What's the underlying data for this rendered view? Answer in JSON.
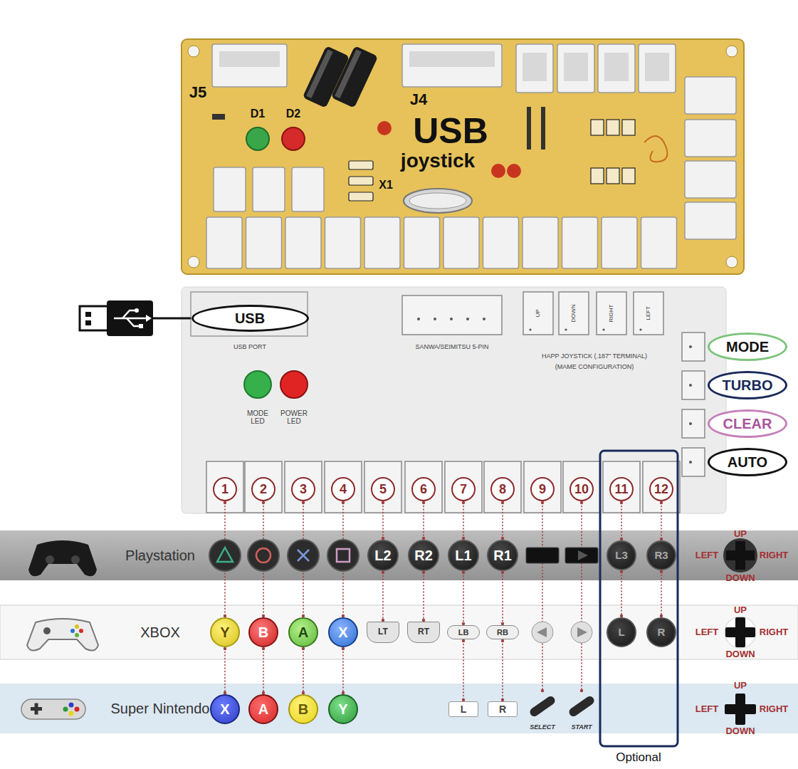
{
  "diagram": {
    "nodes": [
      {
        "text": [
          "USB"
        ]
      },
      {
        "text": [
          "MODE"
        ]
      },
      {
        "text": [
          "TURBO"
        ]
      },
      {
        "text": [
          "CLEAR"
        ]
      },
      {
        "text": [
          "AUTO"
        ]
      },
      {
        "text": [
          "1"
        ]
      },
      {
        "text": [
          "2"
        ]
      },
      {
        "text": [
          "3"
        ]
      },
      {
        "text": [
          "4"
        ]
      },
      {
        "text": [
          "5"
        ]
      },
      {
        "text": [
          "6"
        ]
      },
      {
        "text": [
          "7"
        ]
      },
      {
        "text": [
          "8"
        ]
      },
      {
        "text": [
          "9"
        ]
      },
      {
        "text": [
          "10"
        ]
      },
      {
        "text": [
          "11"
        ]
      },
      {
        "text": [
          "12"
        ]
      },
      {
        "text": [
          "Playstation"
        ]
      },
      {
        "text": [
          "L2"
        ],
        "in": 17
      },
      {
        "text": [
          "R2"
        ],
        "in": 17
      },
      {
        "text": [
          "L1"
        ],
        "in": 17
      },
      {
        "text": [
          "R1"
        ],
        "in": 17
      },
      {
        "text": [
          "L3"
        ],
        "in": 17
      },
      {
        "text": [
          "R3"
        ],
        "in": 17
      },
      {
        "text": [
          "XBOX"
        ]
      },
      {
        "text": [
          "Y"
        ],
        "in": 24
      },
      {
        "text": [
          "B"
        ],
        "in": 24
      },
      {
        "text": [
          "A"
        ],
        "in": 24
      },
      {
        "text": [
          "X"
        ],
        "in": 24
      },
      {
        "text": [
          "LT"
        ],
        "in": 24
      },
      {
        "text": [
          "RT"
        ],
        "in": 24
      },
      {
        "text": [
          "LB"
        ],
        "in": 24
      },
      {
        "text": [
          "RB"
        ],
        "in": 24
      },
      {
        "text": [
          "L"
        ],
        "in": 24
      },
      {
        "text": [
          "R"
        ],
        "in": 24
      },
      {
        "text": [
          "Super Nintendo"
        ]
      },
      {
        "text": [
          "X"
        ],
        "in": 35
      },
      {
        "text": [
          "A"
        ],
        "in": 35
      },
      {
        "text": [
          "B"
        ],
        "in": 35
      },
      {
        "text": [
          "Y"
        ],
        "in": 35
      },
      {
        "text": [
          "L"
        ],
        "in": 35
      },
      {
        "text": [
          "R"
        ],
        "in": 35
      },
      {
        "text": [
          "SELECT"
        ],
        "in": 35
      },
      {
        "text": [
          "START"
        ],
        "in": 35
      }
    ],
    "edges": [
      {
        "from": 5,
        "to": 25,
        "arrow": "none"
      },
      {
        "from": 25,
        "to": 36,
        "arrow": "none"
      },
      {
        "from": 6,
        "to": 26,
        "arrow": "none"
      },
      {
        "from": 26,
        "to": 37,
        "arrow": "none"
      },
      {
        "from": 7,
        "to": 27,
        "arrow": "none"
      },
      {
        "from": 27,
        "to": 38,
        "arrow": "none"
      },
      {
        "from": 8,
        "to": 28,
        "arrow": "none"
      },
      {
        "from": 28,
        "to": 39,
        "arrow": "none"
      },
      {
        "from": 9,
        "to": 18,
        "arrow": "none"
      },
      {
        "from": 18,
        "to": 29,
        "arrow": "none"
      },
      {
        "from": 10,
        "to": 19,
        "arrow": "none"
      },
      {
        "from": 19,
        "to": 30,
        "arrow": "none"
      },
      {
        "from": 11,
        "to": 20,
        "arrow": "none"
      },
      {
        "from": 20,
        "to": 31,
        "arrow": "none"
      },
      {
        "from": 31,
        "to": 40,
        "arrow": "none"
      },
      {
        "from": 12,
        "to": 21,
        "arrow": "none"
      },
      {
        "from": 21,
        "to": 32,
        "arrow": "none"
      },
      {
        "from": 32,
        "to": 41,
        "arrow": "none"
      },
      {
        "from": 13,
        "to": 42,
        "arrow": "none"
      },
      {
        "from": 14,
        "to": 43,
        "arrow": "none"
      },
      {
        "from": 15,
        "to": 22,
        "arrow": "none"
      },
      {
        "from": 22,
        "to": 33,
        "arrow": "none"
      },
      {
        "from": 16,
        "to": 23,
        "arrow": "none"
      },
      {
        "from": 23,
        "to": 34,
        "arrow": "none"
      }
    ],
    "labels": [
      "J5",
      "D1",
      "D2",
      "J4",
      "USB",
      "joystick",
      "X1",
      "USB PORT",
      "SANWA/SEIMITSU 5-PIN",
      "UP",
      "DOWN",
      "RIGHT",
      "LEFT",
      "HAPP JOYSTICK (.187\" TERMINAL)",
      "(MAME CONFIGURATION)",
      "MODE LED",
      "POWER LED",
      "UP",
      "LEFT",
      "RIGHT",
      "DOWN",
      "UP",
      "LEFT",
      "RIGHT",
      "DOWN",
      "UP",
      "LEFT",
      "RIGHT",
      "DOWN",
      "Optional"
    ]
  }
}
